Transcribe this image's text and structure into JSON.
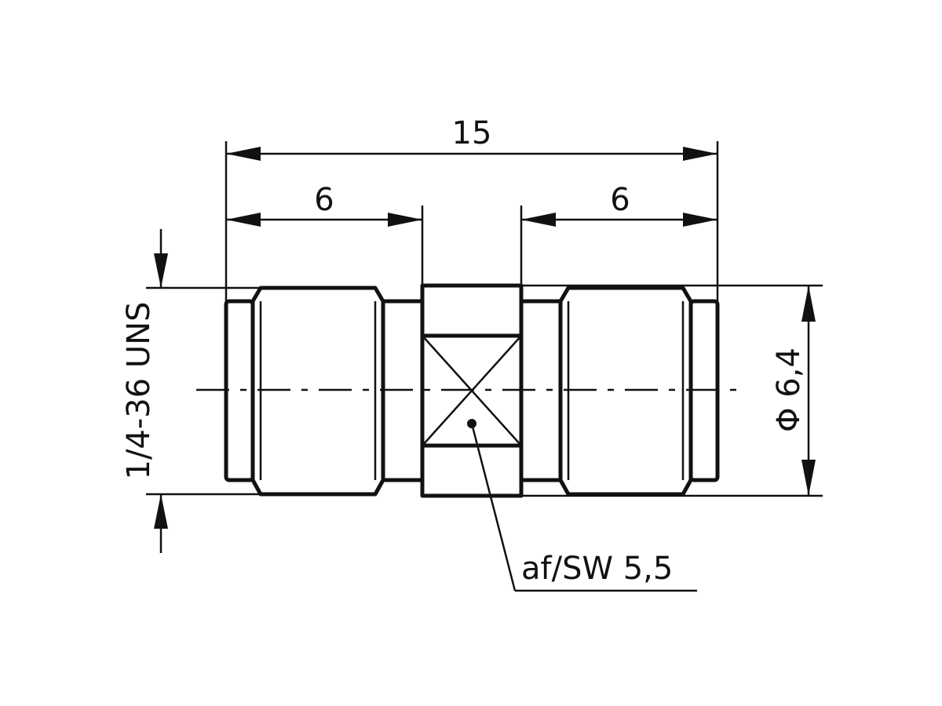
{
  "drawing": {
    "dimensions": {
      "overall_length": "15",
      "left_length": "6",
      "right_length": "6",
      "diameter": "Φ 6,4",
      "thread": "1/4-36 UNS",
      "wrench_size": "af/SW 5,5"
    },
    "colors": {
      "line": "#111111",
      "background": "#ffffff"
    }
  }
}
